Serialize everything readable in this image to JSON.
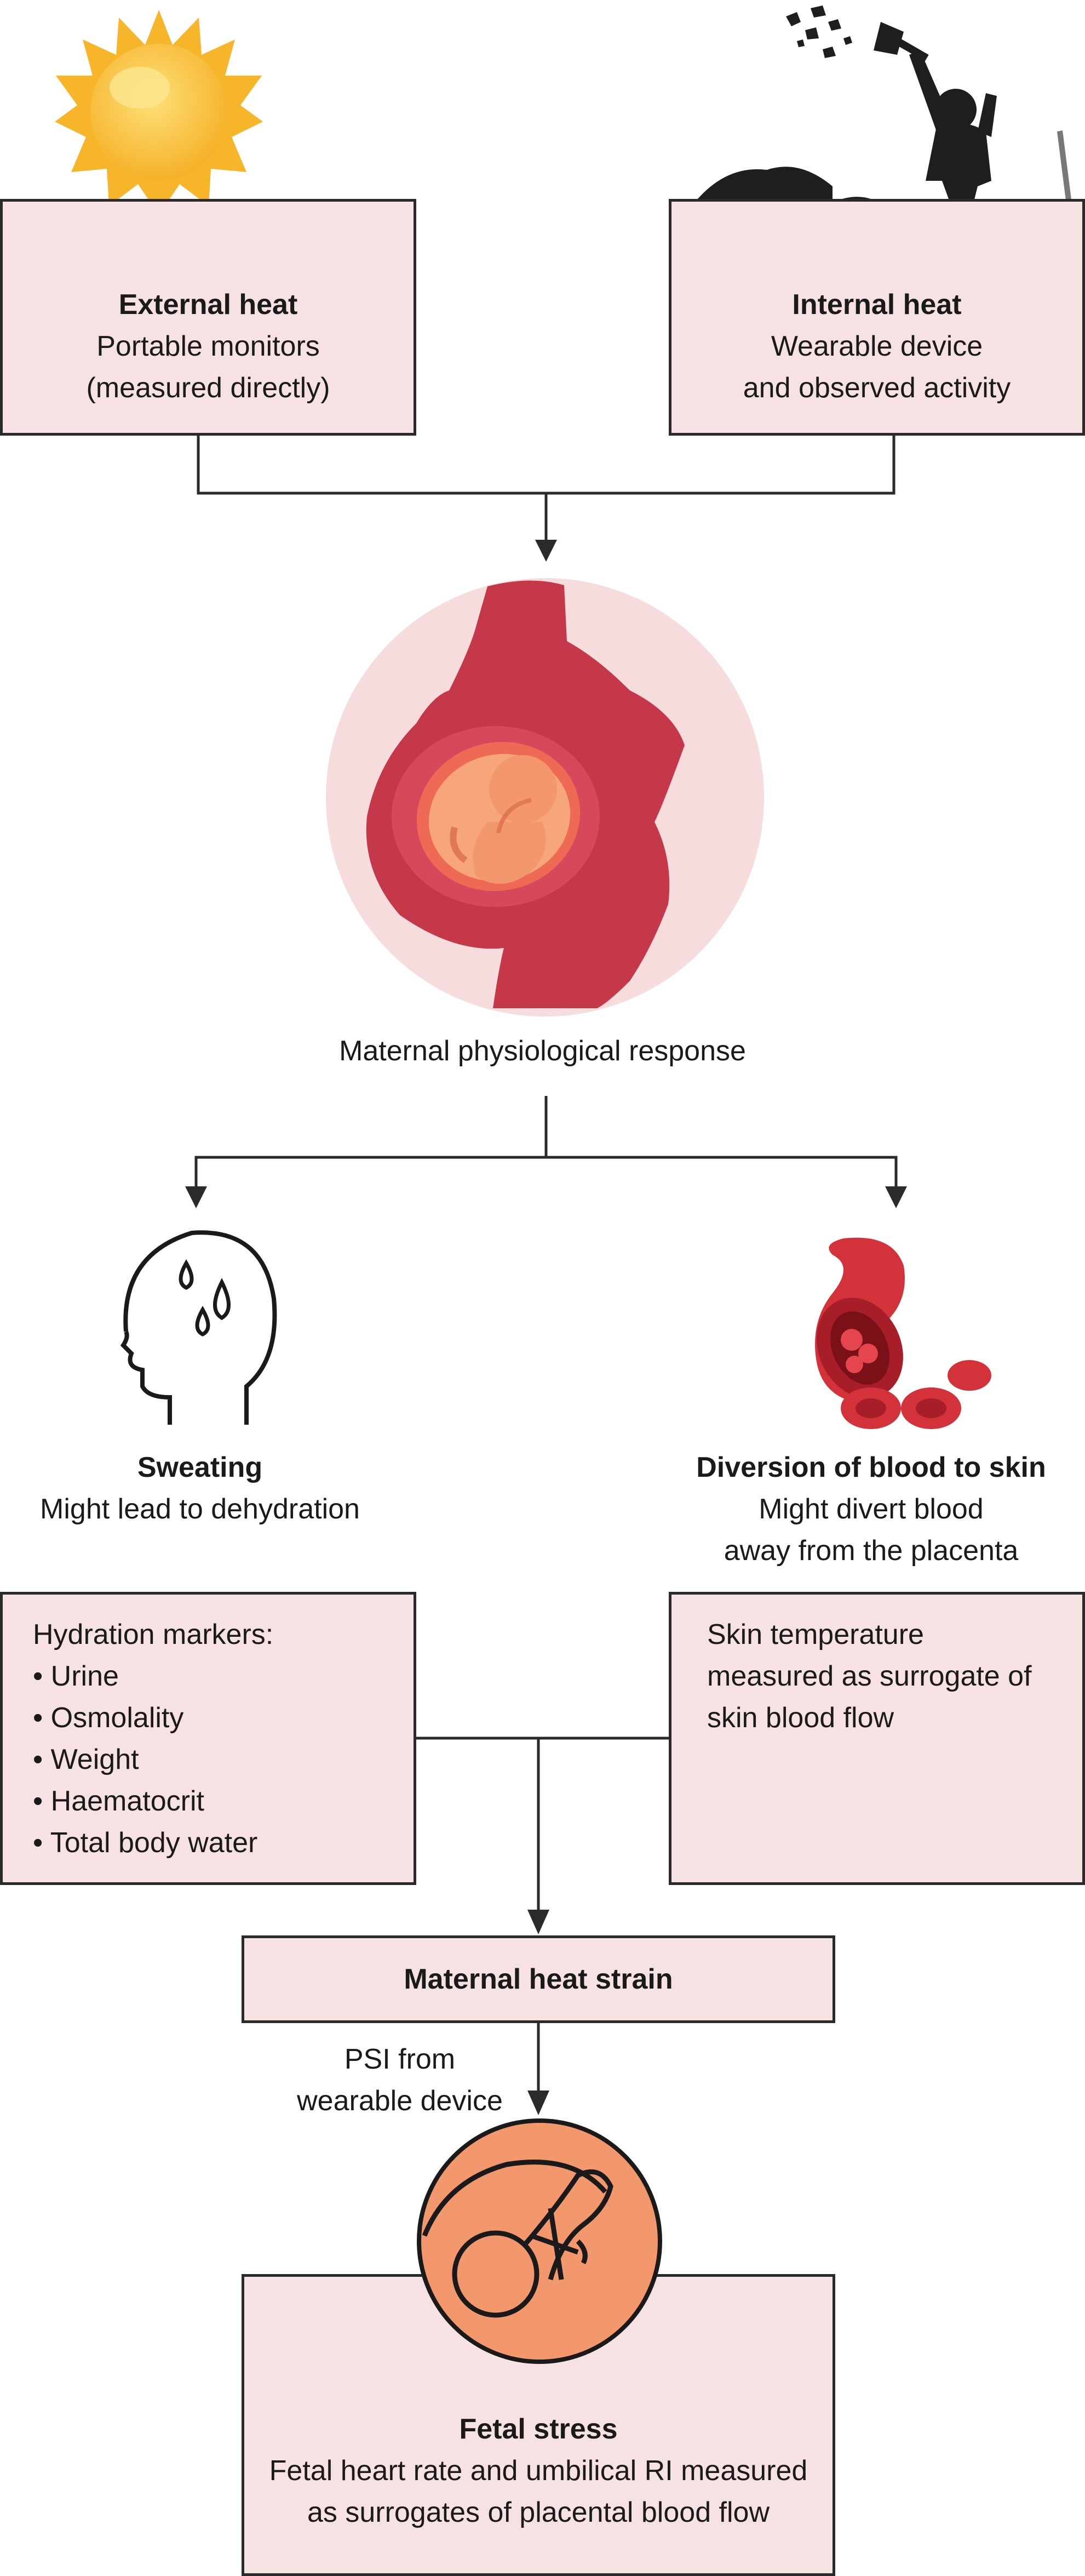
{
  "external_heat": {
    "title": "External heat",
    "lines": [
      "Portable monitors",
      "(measured directly)"
    ]
  },
  "internal_heat": {
    "title": "Internal heat",
    "lines": [
      "Wearable device",
      "and observed activity"
    ]
  },
  "maternal_response": {
    "label": "Maternal physiological response"
  },
  "sweating": {
    "title": "Sweating",
    "subtitle": "Might lead to dehydration"
  },
  "diversion": {
    "title": "Diversion of blood to skin",
    "lines": [
      "Might divert blood",
      "away from the placenta"
    ]
  },
  "hydration_box": {
    "heading": "Hydration markers:",
    "items": [
      "Urine",
      "Osmolality",
      "Weight",
      "Haematocrit",
      "Total body water"
    ]
  },
  "skin_box": {
    "lines": [
      "Skin temperature",
      "measured as surrogate of",
      "skin blood flow"
    ]
  },
  "heat_strain": {
    "label": "Maternal heat strain"
  },
  "psi": {
    "lines": [
      "PSI from",
      "wearable device"
    ]
  },
  "fetal_stress": {
    "title": "Fetal stress",
    "lines": [
      "Fetal heart rate and umbilical RI measured",
      "as surrogates of placental blood flow"
    ]
  },
  "colors": {
    "box_fill": "#f7e2e3",
    "line": "#2a2a2a",
    "maternal_red": "#c4384a",
    "circle_pink": "#f6dcdc",
    "fetal_orange": "#f3976c"
  }
}
